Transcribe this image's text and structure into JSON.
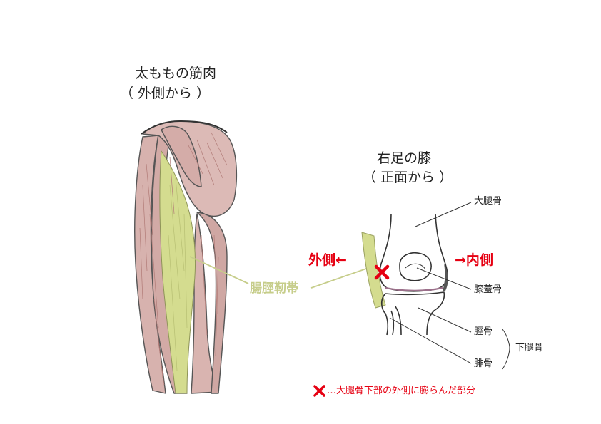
{
  "thigh": {
    "title": "太ももの筋肉",
    "subtitle": "（ 外側から ）"
  },
  "knee": {
    "title": "右足の膝",
    "subtitle": "（ 正面から ）"
  },
  "labels": {
    "itb": "腸脛靭帯",
    "outer": "外側←",
    "inner": "→内側",
    "femur": "大腿骨",
    "patella": "膝蓋骨",
    "tibia": "脛骨",
    "fibula": "腓骨",
    "lower_leg": "下腿骨"
  },
  "legend": {
    "marker": "✕",
    "text": "…大腿骨下部の外側に膨らんだ部分"
  },
  "colors": {
    "muscle": "#d9b6b2",
    "muscle_dark": "#c99b97",
    "itb": "#d4dc8f",
    "accent_red": "#e60012",
    "line": "#333333"
  }
}
